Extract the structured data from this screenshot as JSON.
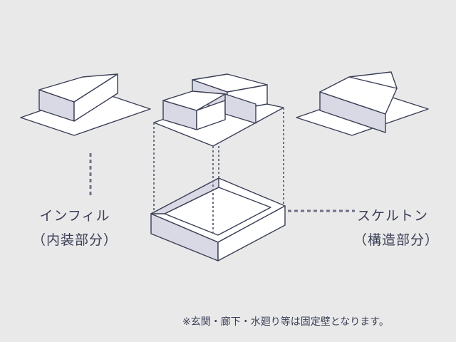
{
  "colors": {
    "background": "#e9e9ea",
    "stroke": "#3a3f55",
    "face_light": "#ffffff",
    "face_shade": "#d8d9e4",
    "dotted": "#6e7185"
  },
  "labels": {
    "infill_title": "インフィル",
    "infill_sub": "（内装部分）",
    "skeleton_title": "スケルトン",
    "skeleton_sub": "（構造部分）"
  },
  "note": "※玄関・廊下・水廻り等は固定壁となります。"
}
